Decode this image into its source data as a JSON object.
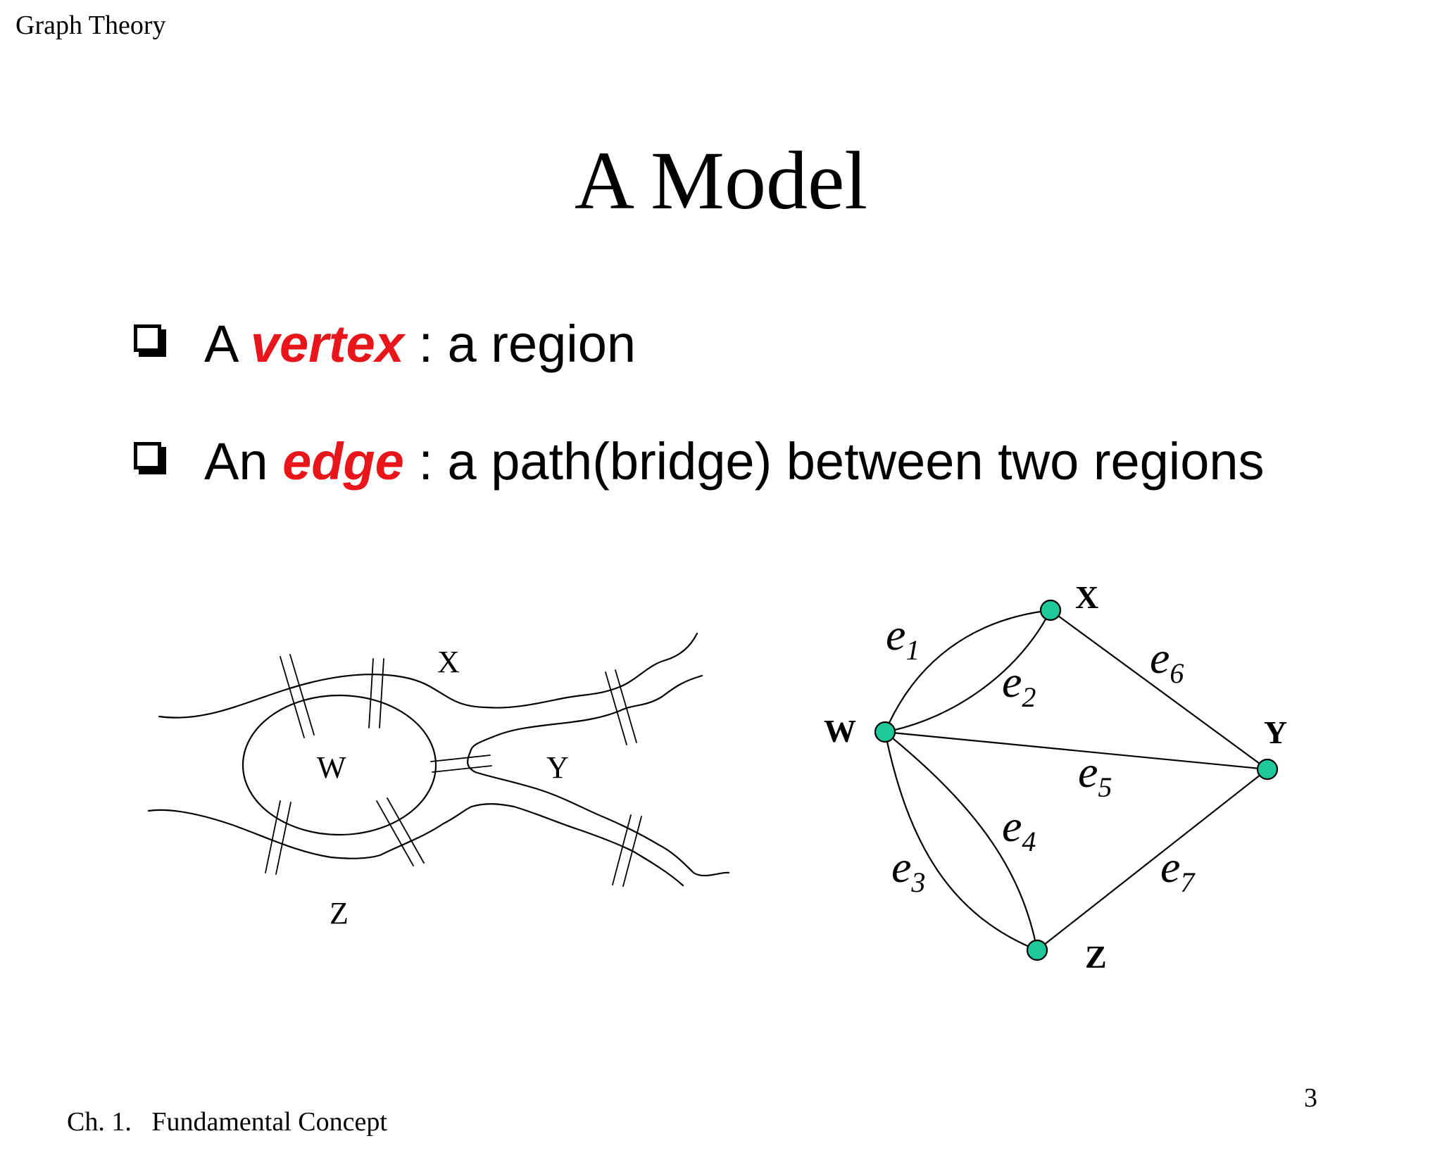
{
  "header": {
    "title": "Graph Theory"
  },
  "slide": {
    "title": "A Model"
  },
  "bullets": [
    {
      "prefix": "A ",
      "term": "vertex",
      "suffix": " : a region"
    },
    {
      "prefix": "An ",
      "term": "edge",
      "suffix": " : a path(bridge) between two regions"
    }
  ],
  "colors": {
    "term": "#e8161b",
    "vertex_fill": "#1fc89a",
    "ink": "#000000"
  },
  "map_sketch": {
    "labels": {
      "x": "X",
      "w": "W",
      "y": "Y",
      "z": "Z"
    }
  },
  "graph": {
    "vertices": [
      "W",
      "X",
      "Y",
      "Z"
    ],
    "edges": [
      {
        "name": "e",
        "sub": "1",
        "from": "W",
        "to": "X"
      },
      {
        "name": "e",
        "sub": "2",
        "from": "W",
        "to": "X"
      },
      {
        "name": "e",
        "sub": "3",
        "from": "W",
        "to": "Z"
      },
      {
        "name": "e",
        "sub": "4",
        "from": "W",
        "to": "Z"
      },
      {
        "name": "e",
        "sub": "5",
        "from": "W",
        "to": "Y"
      },
      {
        "name": "e",
        "sub": "6",
        "from": "X",
        "to": "Y"
      },
      {
        "name": "e",
        "sub": "7",
        "from": "Z",
        "to": "Y"
      }
    ]
  },
  "footer": {
    "chapter": "Ch. 1.   Fundamental Concept",
    "page_number": "3"
  }
}
